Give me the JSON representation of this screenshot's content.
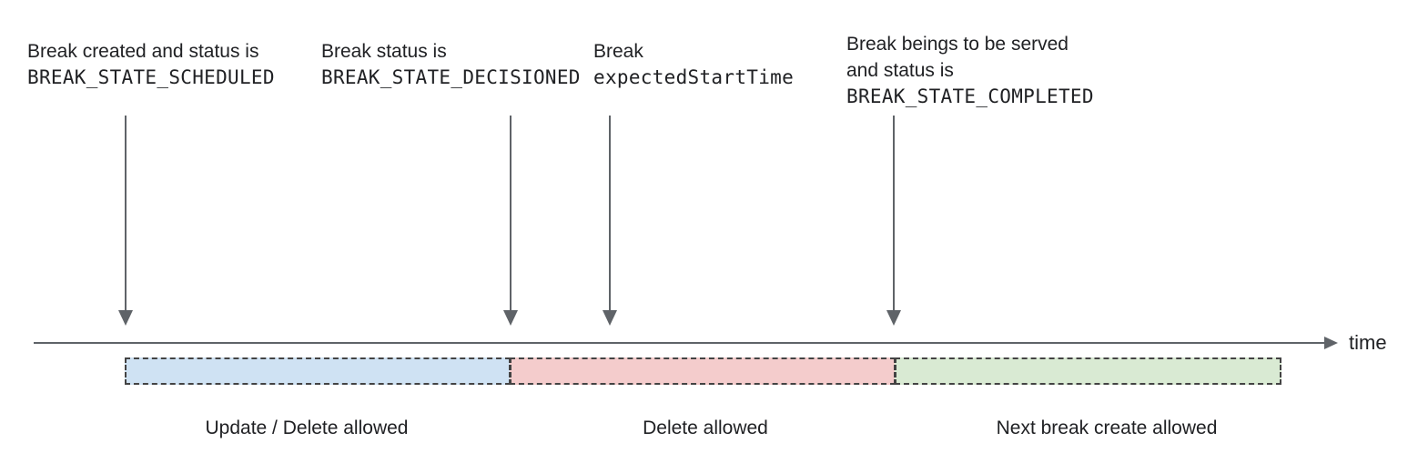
{
  "diagram": {
    "title_hint": "Break lifecycle timeline",
    "annotations": [
      {
        "lines": [
          "Break created and status is"
        ],
        "code": "BREAK_STATE_SCHEDULED"
      },
      {
        "lines": [
          "Break status is"
        ],
        "code": "BREAK_STATE_DECISIONED"
      },
      {
        "lines": [
          "Break"
        ],
        "code": "expectedStartTime"
      },
      {
        "lines": [
          "Break beings to be served",
          "and status is"
        ],
        "code": "BREAK_STATE_COMPLETED"
      }
    ],
    "timeline": {
      "axis_label": "time"
    },
    "segments": [
      {
        "label": "Update / Delete allowed",
        "fill": "#cfe2f3"
      },
      {
        "label": "Delete allowed",
        "fill": "#f4cccc"
      },
      {
        "label": "Next break create allowed",
        "fill": "#d9ead3"
      }
    ],
    "colors": {
      "arrow": "#5f6368",
      "bar_border": "#434343",
      "text": "#202124"
    }
  }
}
